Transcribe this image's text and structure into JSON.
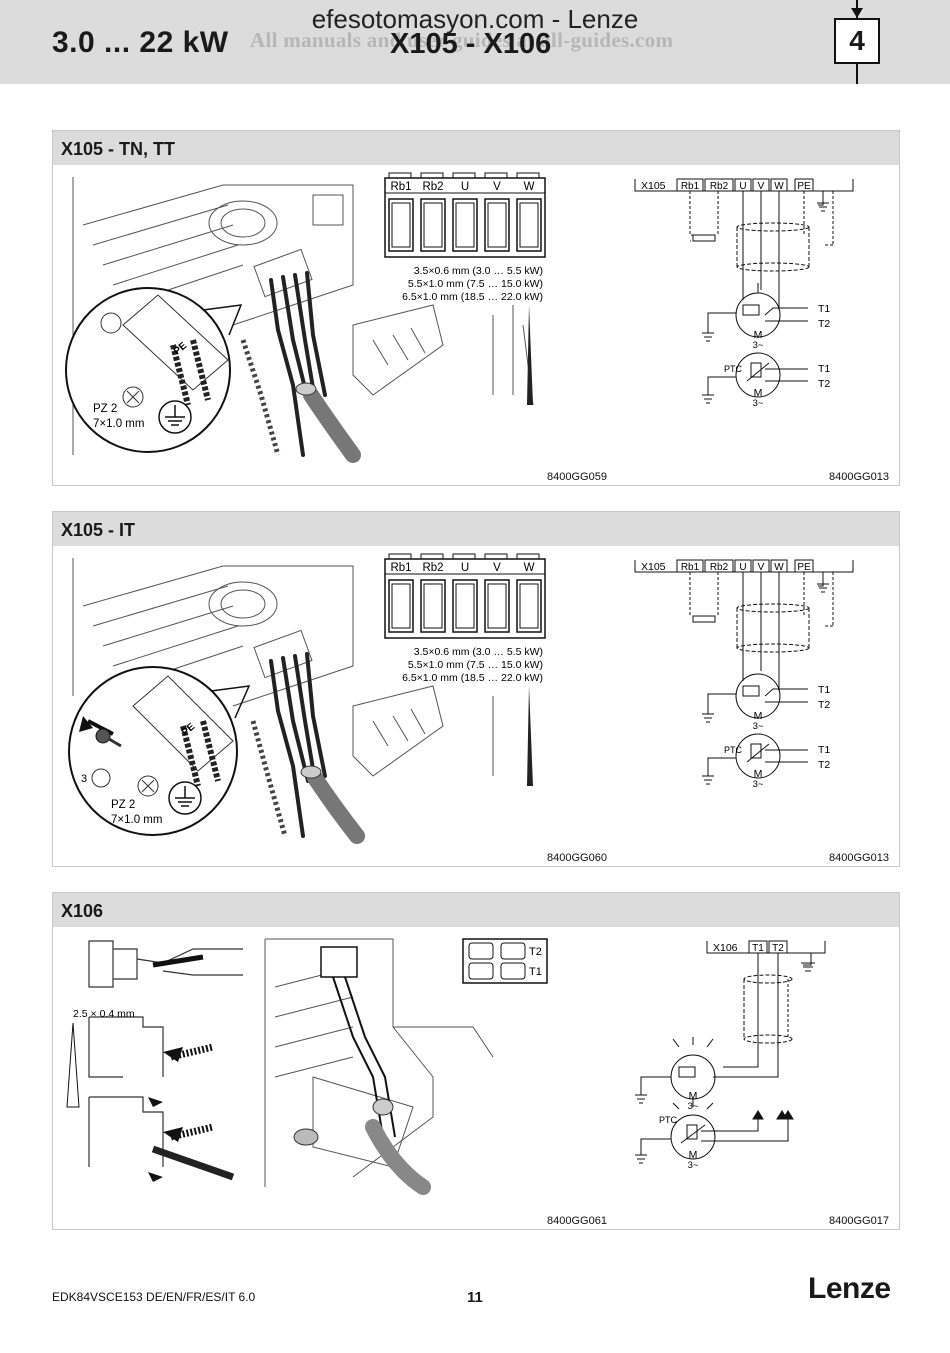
{
  "header": {
    "power_range": "3.0 ... 22 kW",
    "title": "X105 - X106",
    "site_banner": "efesotomasyon.com - Lenze",
    "watermark": "All manuals and user guides at all-guides.com",
    "chapter": "4"
  },
  "sections": [
    {
      "title": "X105 - TN, TT",
      "terminals": [
        "Rb1",
        "Rb2",
        "U",
        "V",
        "W"
      ],
      "specs": [
        "3.5×0.6 mm (3.0 … 5.5 kW)",
        "5.5×1.0 mm (7.5 … 15.0 kW)",
        "6.5×1.0 mm (18.5 … 22.0 kW)"
      ],
      "tool": "PZ 2",
      "torque": "7×1.0 mm",
      "pe_label": "PE",
      "fig_left": "8400GG059",
      "fig_right": "8400GG013",
      "schematic": {
        "connector": "X105",
        "pins": [
          "Rb1",
          "Rb2",
          "U",
          "V",
          "W",
          "PE"
        ],
        "t1": "T1",
        "t2": "T2",
        "motor": "M",
        "phase": "3~",
        "ptc": "PTC"
      }
    },
    {
      "title": "X105 - IT",
      "terminals": [
        "Rb1",
        "Rb2",
        "U",
        "V",
        "W"
      ],
      "specs": [
        "3.5×0.6 mm (3.0 … 5.5 kW)",
        "5.5×1.0 mm (7.5 … 15.0 kW)",
        "6.5×1.0 mm (18.5 … 22.0 kW)"
      ],
      "tool": "PZ 2",
      "torque": "7×1.0 mm",
      "pe_label": "PE",
      "step": "3",
      "fig_left": "8400GG060",
      "fig_right": "8400GG013",
      "schematic": {
        "connector": "X105",
        "pins": [
          "Rb1",
          "Rb2",
          "U",
          "V",
          "W",
          "PE"
        ],
        "t1": "T1",
        "t2": "T2",
        "motor": "M",
        "phase": "3~",
        "ptc": "PTC"
      }
    },
    {
      "title": "X106",
      "strip_spec": "2.5 × 0.4 mm",
      "terminal_labels": [
        "T2",
        "T1"
      ],
      "fig_left": "8400GG061",
      "fig_right": "8400GG017",
      "schematic": {
        "connector": "X106",
        "pins": [
          "T1",
          "T2"
        ],
        "motor": "M",
        "phase": "3~",
        "ptc": "PTC"
      }
    }
  ],
  "footer": {
    "doc_id": "EDK84VSCE153  DE/EN/FR/ES/IT  6.0",
    "page": "11",
    "logo": "Lenze"
  },
  "colors": {
    "header_bg": "#dcdcdc",
    "panel_border": "#c8c8c8",
    "ink": "#1a1a1a"
  }
}
